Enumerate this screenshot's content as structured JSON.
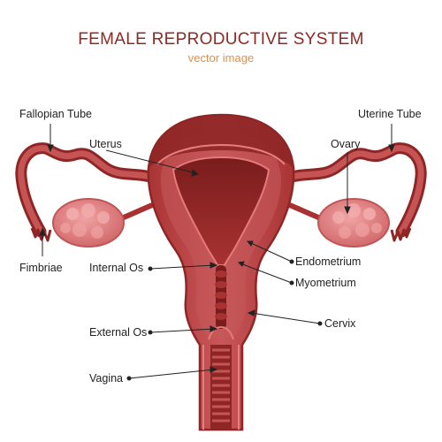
{
  "title": "FEMALE REPRODUCTIVE SYSTEM",
  "subtitle": "vector image",
  "labels": {
    "fallopian_tube": "Fallopian Tube",
    "uterine_tube": "Uterine Tube",
    "uterus": "Uterus",
    "ovary": "Ovary",
    "fimbriae": "Fimbriae",
    "internal_os": "Internal Os",
    "endometrium": "Endometrium",
    "myometrium": "Myometrium",
    "cervix": "Cervix",
    "external_os": "External Os",
    "vagina": "Vagina"
  },
  "colors": {
    "title": "#8c2a24",
    "subtitle": "#e0904a",
    "tissue_dark": "#9e2b2b",
    "tissue_mid": "#c2484a",
    "tissue_light": "#e98a8a",
    "ovary": "#e58a8c",
    "leader_line": "#222222"
  }
}
